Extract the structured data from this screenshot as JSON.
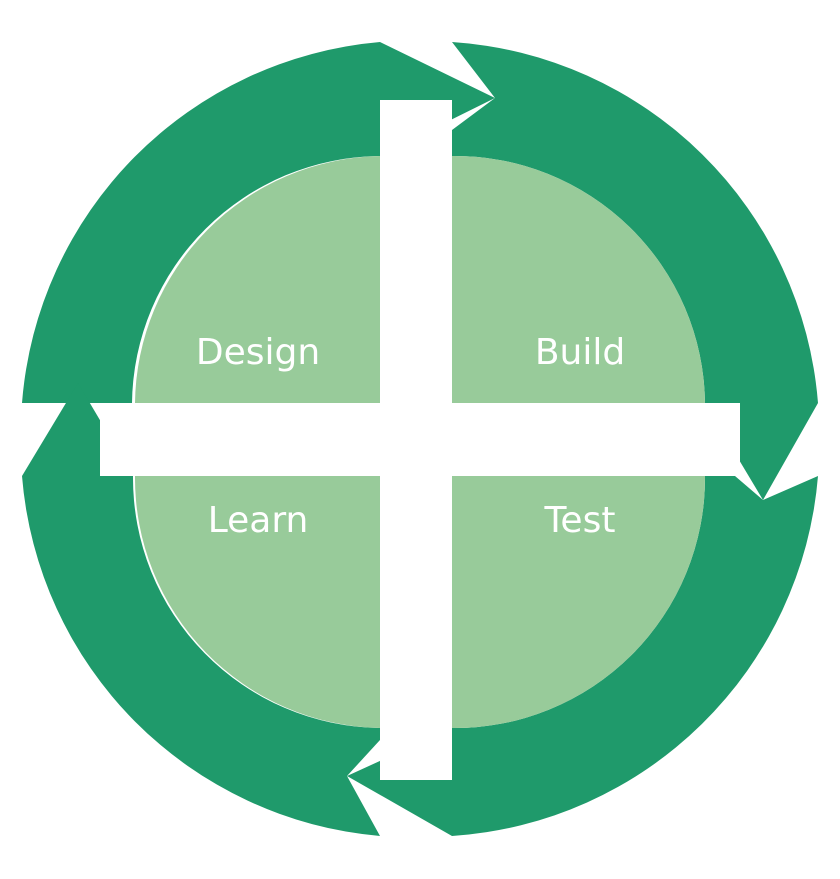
{
  "diagram": {
    "type": "cycle",
    "phases": [
      {
        "id": "design",
        "label": "Design"
      },
      {
        "id": "build",
        "label": "Build"
      },
      {
        "id": "test",
        "label": "Test"
      },
      {
        "id": "learn",
        "label": "Learn"
      }
    ],
    "colors": {
      "arrow": "#1f9a6b",
      "inner": "#98cb9a",
      "background": "#ffffff",
      "label": "#ffffff"
    }
  }
}
